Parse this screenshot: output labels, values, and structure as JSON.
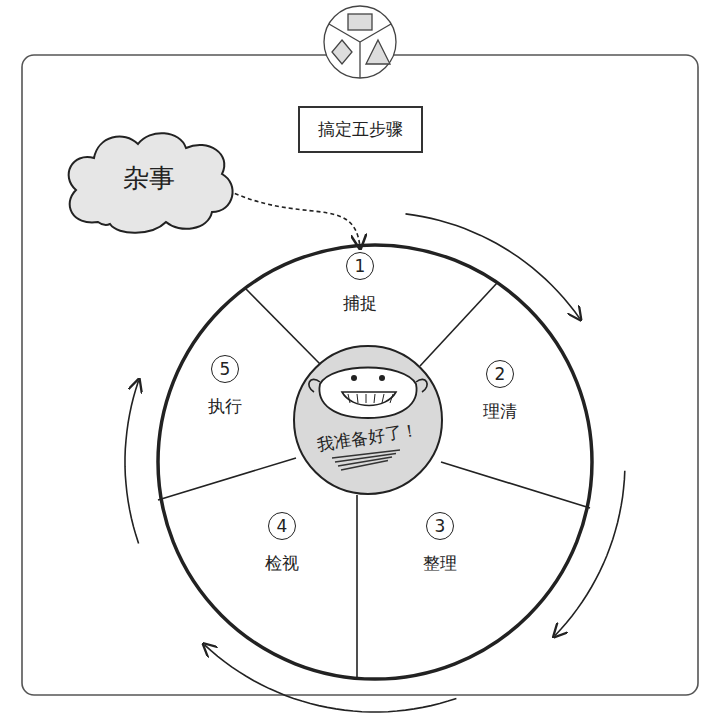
{
  "diagram": {
    "title": "搞定五步骤",
    "nodes": [
      {
        "text": [
          "杂事"
        ]
      },
      {
        "text": [
          "1",
          "捕捉"
        ]
      },
      {
        "text": [
          "2",
          "理清"
        ]
      },
      {
        "text": [
          "3",
          "整理"
        ]
      },
      {
        "text": [
          "4",
          "检视"
        ]
      },
      {
        "text": [
          "5",
          "执行"
        ]
      },
      {
        "text": [
          "我准备好了！"
        ]
      }
    ],
    "edges": [
      {
        "from": 0,
        "to": 1,
        "arrow": "to"
      }
    ]
  }
}
